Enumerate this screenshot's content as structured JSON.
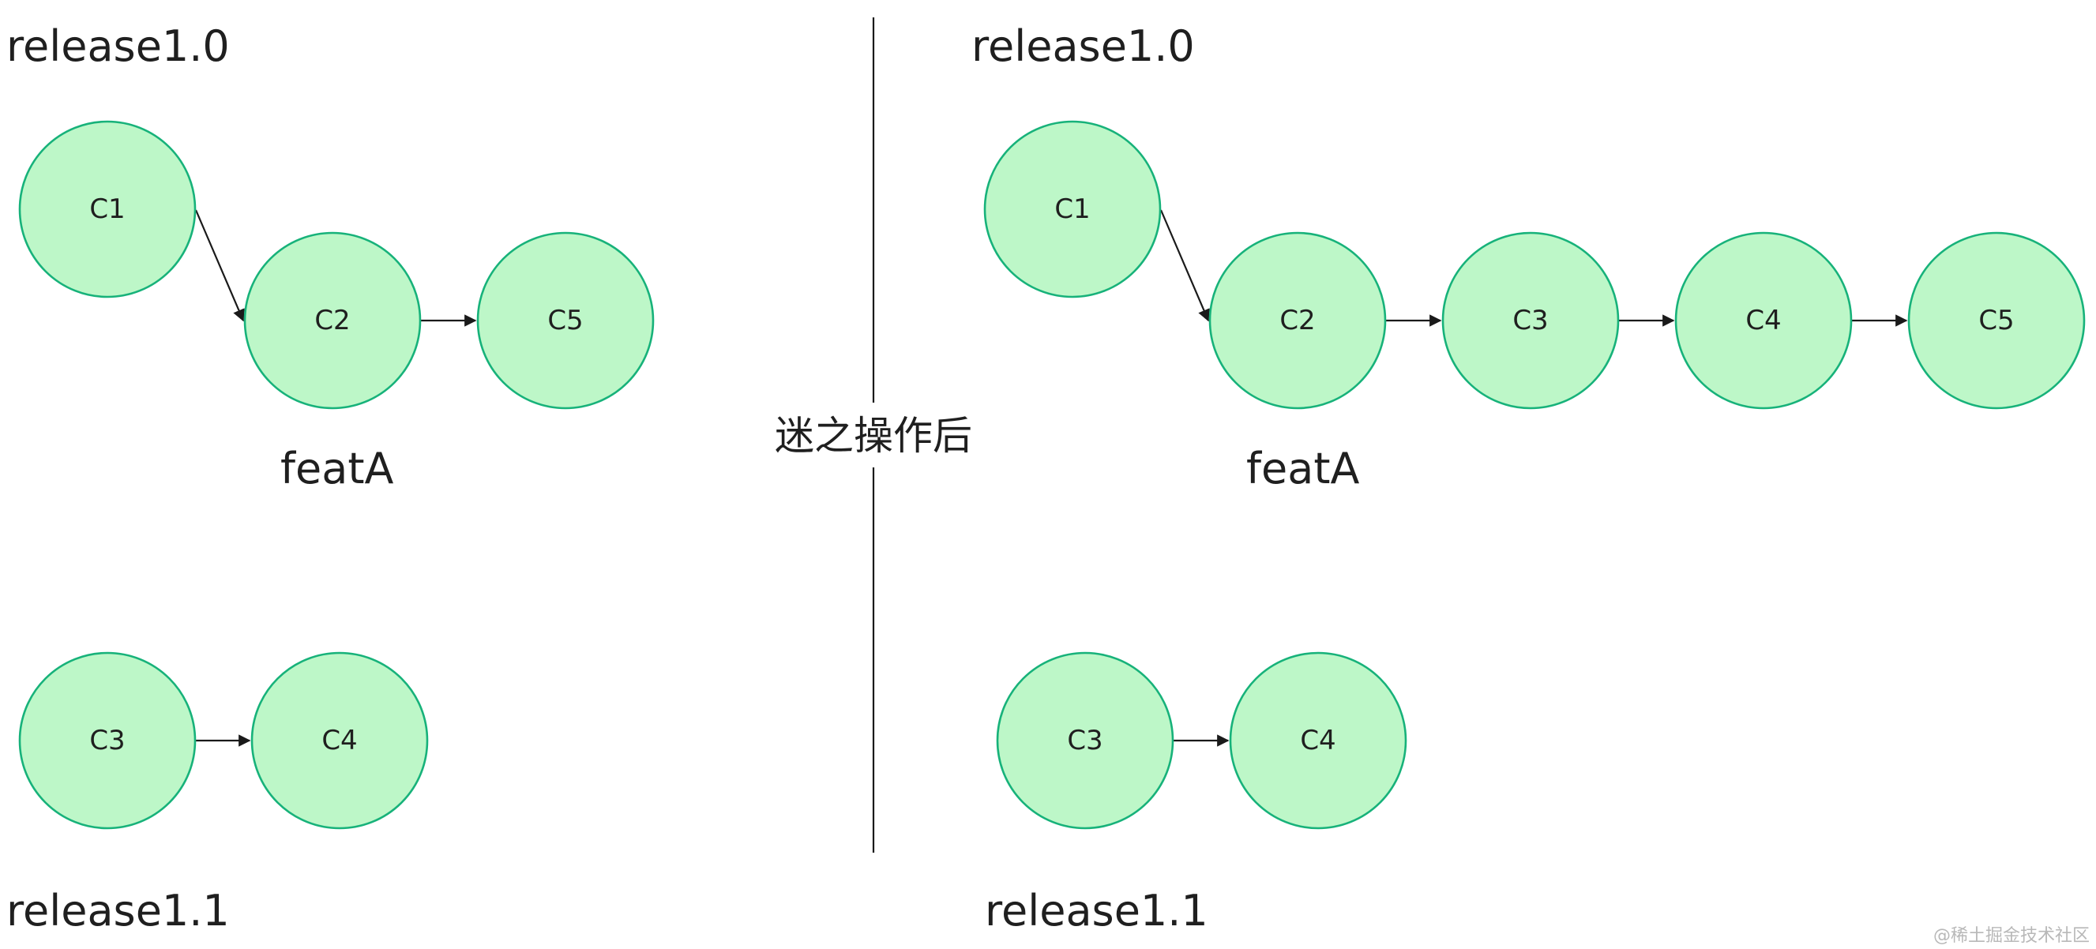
{
  "colors": {
    "node_fill": "#BDF7C8",
    "node_stroke": "#17B27A",
    "edge": "#1a1a1a",
    "divider": "#1a1a1a",
    "text": "#1f1f1f"
  },
  "divider_label": "迷之操作后",
  "watermark": "@稀土掘金技术社区",
  "panels": [
    {
      "id": "before",
      "branches": [
        {
          "id": "release10",
          "label": "release1.0"
        },
        {
          "id": "feata",
          "label": "featA"
        },
        {
          "id": "release11",
          "label": "release1.1"
        }
      ],
      "nodes": [
        {
          "id": "c1",
          "label": "C1"
        },
        {
          "id": "c2",
          "label": "C2"
        },
        {
          "id": "c5",
          "label": "C5"
        },
        {
          "id": "c3",
          "label": "C3"
        },
        {
          "id": "c4",
          "label": "C4"
        }
      ],
      "edges": [
        {
          "from": "C1",
          "to": "C2"
        },
        {
          "from": "C2",
          "to": "C5"
        },
        {
          "from": "C3",
          "to": "C4"
        }
      ]
    },
    {
      "id": "after",
      "branches": [
        {
          "id": "release10",
          "label": "release1.0"
        },
        {
          "id": "feata",
          "label": "featA"
        },
        {
          "id": "release11",
          "label": "release1.1"
        }
      ],
      "nodes": [
        {
          "id": "c1",
          "label": "C1"
        },
        {
          "id": "c2",
          "label": "C2"
        },
        {
          "id": "c3",
          "label": "C3"
        },
        {
          "id": "c4",
          "label": "C4"
        },
        {
          "id": "c5",
          "label": "C5"
        },
        {
          "id": "c3b",
          "label": "C3"
        },
        {
          "id": "c4b",
          "label": "C4"
        }
      ],
      "edges": [
        {
          "from": "C1",
          "to": "C2"
        },
        {
          "from": "C2",
          "to": "C3"
        },
        {
          "from": "C3",
          "to": "C4"
        },
        {
          "from": "C4",
          "to": "C5"
        },
        {
          "from": "C3",
          "to": "C4"
        }
      ]
    }
  ]
}
